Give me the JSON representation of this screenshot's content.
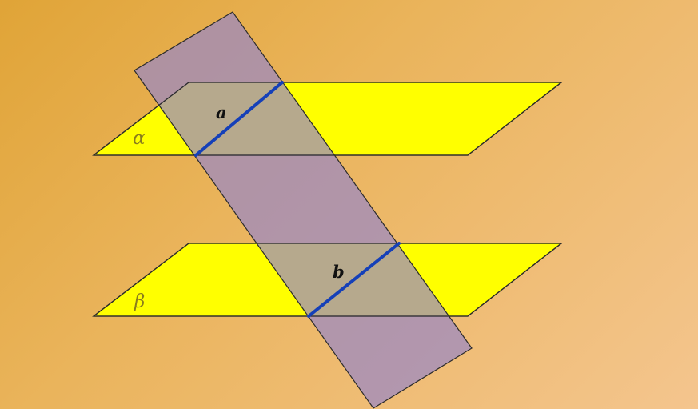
{
  "diagram": {
    "planes": [
      {
        "id": "alpha",
        "label": "α"
      },
      {
        "id": "beta",
        "label": "β"
      }
    ],
    "lines": [
      {
        "id": "a",
        "label": "a",
        "color": "#1540b8"
      },
      {
        "id": "b",
        "label": "b",
        "color": "#1540b8"
      }
    ],
    "colors": {
      "parallel_planes": "#ffff00",
      "cutting_plane": "#9a88c4",
      "intersection_lines": "#1540b8",
      "background": "#e8ae4e"
    }
  }
}
